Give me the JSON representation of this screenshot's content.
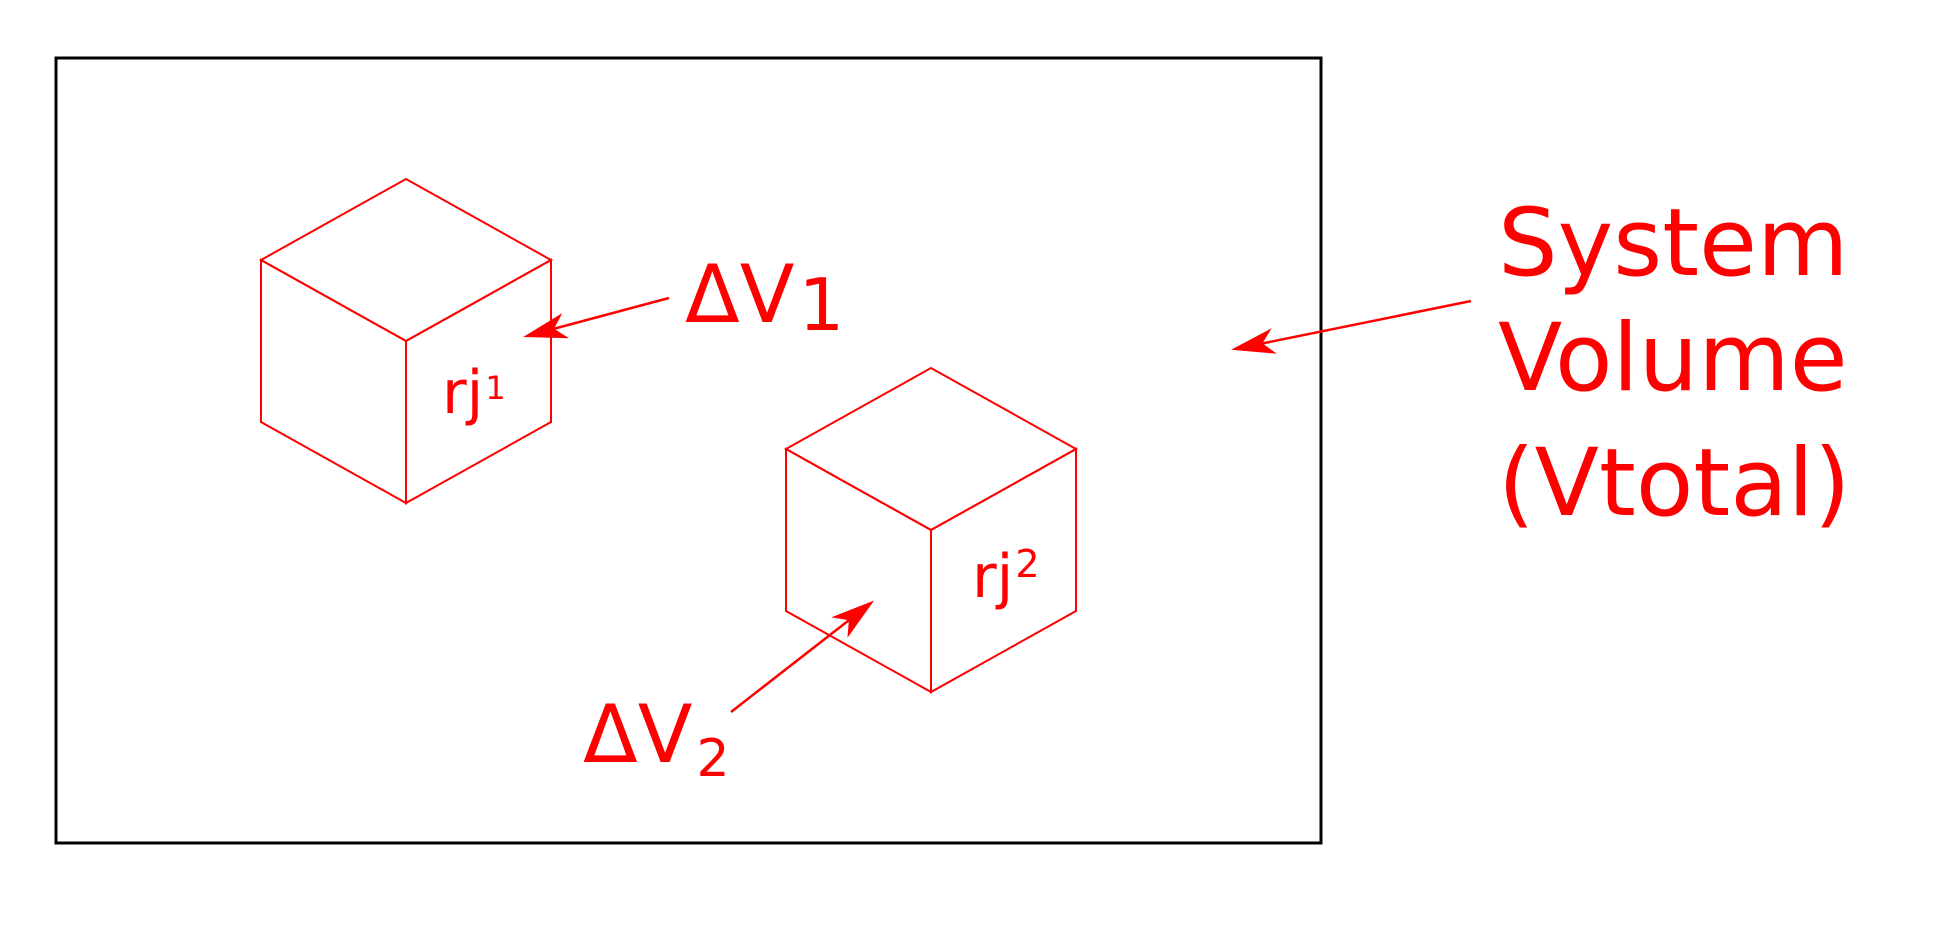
{
  "colors": {
    "accent": "#ff0000",
    "frame": "#000000",
    "background": "#ffffff"
  },
  "cube1": {
    "label": "rj",
    "label_sub": "1"
  },
  "cube2": {
    "label": "rj",
    "label_sub": "2"
  },
  "delta_v1": {
    "symbol": "ΔV",
    "sub": "1"
  },
  "delta_v2": {
    "symbol": "ΔV",
    "sub": "2"
  },
  "system_volume": {
    "line1": "System",
    "line2": "Volume",
    "line3": "(Vtotal)"
  }
}
